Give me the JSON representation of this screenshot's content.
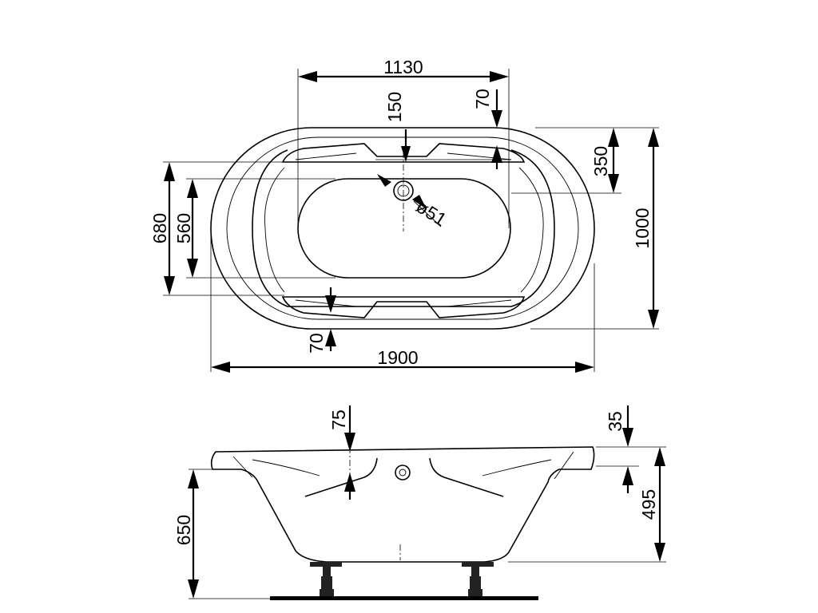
{
  "top_view": {
    "overall_length": "1900",
    "inner_length": "1130",
    "overall_width": "1000",
    "outer_basin_width": "680",
    "inner_basin_width": "560",
    "depth_to_overflow": "150",
    "rim_top": "70",
    "rim_bottom": "70",
    "rim_side": "350",
    "drain_diameter": "ø51"
  },
  "side_view": {
    "overflow_drop": "75",
    "rim_step": "35",
    "total_height": "650",
    "basin_depth": "495"
  }
}
